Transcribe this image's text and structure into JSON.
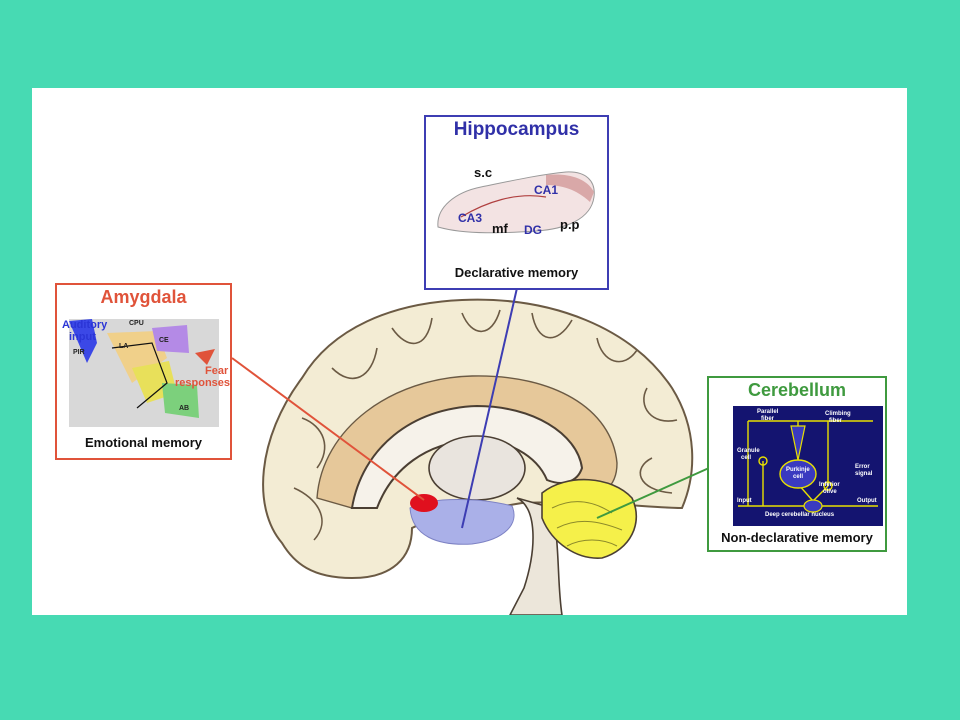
{
  "colors": {
    "background": "#47dab3",
    "hippocampus_border": "#3d3db3",
    "amygdala_border": "#e0533a",
    "cerebellum_border": "#3f9a3f",
    "hippocampus_region": "#aab0e8",
    "amygdala_region": "#e0101e",
    "cerebellum_region": "#f5f04a",
    "cerebellum_panel": "#141470",
    "circuit_lines": "#e8e000"
  },
  "hippocampus": {
    "title": "Hippocampus",
    "caption": "Declarative memory",
    "labels": {
      "sc": "s.c",
      "ca1": "CA1",
      "ca3": "CA3",
      "mf": "mf",
      "dg": "DG",
      "pp": "p.p"
    }
  },
  "amygdala": {
    "title": "Amygdala",
    "caption": "Emotional memory",
    "labels": {
      "auditory_1": "Auditory",
      "auditory_2": "input",
      "fear_1": "Fear",
      "fear_2": "responses",
      "cpu": "CPU",
      "pir": "PIR",
      "la": "LA",
      "ce": "CE",
      "ab": "AB"
    }
  },
  "cerebellum": {
    "title": "Cerebellum",
    "caption": "Non-declarative memory",
    "labels": {
      "parallel_1": "Parallel",
      "parallel_2": "fiber",
      "climbing_1": "Climbing",
      "climbing_2": "fiber",
      "granule_1": "Granule",
      "granule_2": "cell",
      "purkinje_1": "Purkinje",
      "purkinje_2": "cell",
      "error_1": "Error",
      "error_2": "signal",
      "olive_1": "Inferior",
      "olive_2": "olive",
      "input": "Input",
      "output": "Output",
      "deep": "Deep cerebellar nucleus"
    }
  }
}
